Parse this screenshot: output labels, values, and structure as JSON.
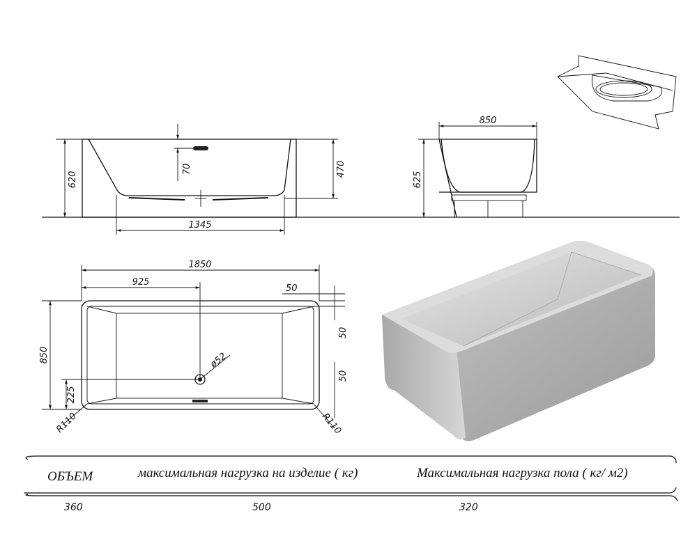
{
  "front_view": {
    "height_total": "620",
    "height_inner": "470",
    "overflow_offset": "70",
    "bottom_length": "1345"
  },
  "side_view": {
    "width": "850",
    "height": "625"
  },
  "top_view": {
    "length": "1850",
    "half_length": "925",
    "rim_offset_top": "50",
    "width": "850",
    "drain_offset": "225",
    "rim_side": "50",
    "rim_side_2": "50",
    "drain_diameter": "ø52",
    "radius_left": "R110",
    "radius_right": "R110"
  },
  "specs": {
    "headers": [
      "ОБЪЕМ",
      "максимальная нагрузка на изделие ( кг)",
      "Максимальная нагрузка пола ( кг/ м2)"
    ],
    "values": [
      "360",
      "500",
      "320"
    ]
  }
}
